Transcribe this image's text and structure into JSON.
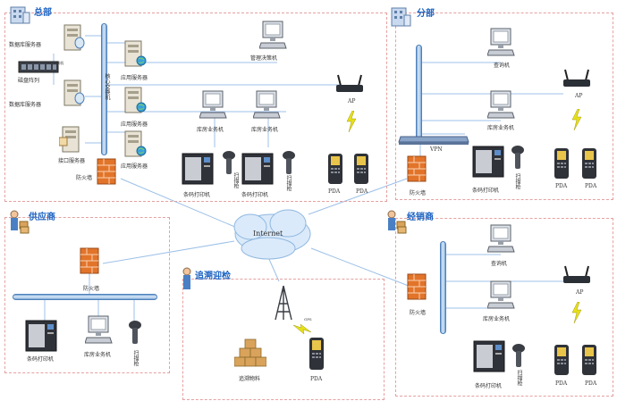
{
  "zones": {
    "hq": {
      "title": "总部"
    },
    "branch": {
      "title": "分部"
    },
    "supplier": {
      "title": "供应商"
    },
    "distributor": {
      "title": "经销商"
    },
    "trace": {
      "title": "追溯迎检"
    }
  },
  "hq": {
    "db_server_1": "数据库服务器",
    "san_switch": "SAN交换机",
    "disk_array": "磁盘阵列",
    "db_server_2": "数据库服务器",
    "app_server_1": "应用服务器",
    "app_server_2": "应用服务器",
    "app_server_3": "应用服务器",
    "interface_server": "接口服务器",
    "core_switch": "核心交换机",
    "firewall": "防火墙",
    "mgmt_pc": "管理决策机",
    "ap": "AP",
    "wh_pc_1": "库房业务机",
    "wh_pc_2": "库房业务机",
    "printer_1": "条码打印机",
    "printer_2": "条码打印机",
    "scanner_1": "扫描枪",
    "scanner_2": "扫描枪",
    "pda_1": "PDA",
    "pda_2": "PDA"
  },
  "branch": {
    "query_pc": "查询机",
    "ap": "AP",
    "wh_pc": "库房业务机",
    "vpn": "VPN",
    "printer": "条码打印机",
    "scanner": "扫描枪",
    "firewall": "防火墙",
    "pda_1": "PDA",
    "pda_2": "PDA"
  },
  "supplier": {
    "firewall": "防火墙",
    "printer": "条码打印机",
    "wh_pc": "库房业务机",
    "scanner": "扫描枪"
  },
  "trace": {
    "goods": "追溯物料",
    "pda": "PDA",
    "signal": "GPS"
  },
  "distributor": {
    "query_pc": "查询机",
    "ap": "AP",
    "firewall": "防火墙",
    "wh_pc": "库房业务机",
    "printer": "条码打印机",
    "scanner": "扫描枪",
    "pda_1": "PDA",
    "pda_2": "PDA"
  },
  "internet": {
    "label": "Internet"
  },
  "colors": {
    "zone_border": "#e6a0a0",
    "title": "#1c63c2",
    "bus": "#7aa6d6",
    "link": "#9cc0e8",
    "firewall": "#e2742a"
  }
}
